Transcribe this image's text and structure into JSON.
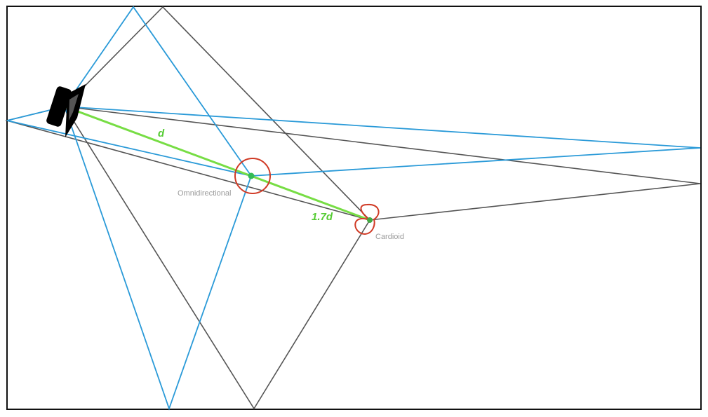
{
  "labels": {
    "distance_near": "d",
    "distance_far": "1.7d",
    "omni": "Omnidirectional",
    "cardioid": "Cardioid"
  },
  "colors": {
    "omni_rays": "#2a9ad8",
    "cardioid_rays": "#555555",
    "distance_line": "#77dd44",
    "distance_text": "#55cc33",
    "pattern_circle": "#d03a25",
    "mic_point": "#33bb55",
    "frame": "#111111",
    "speaker": "#000000"
  },
  "icons": {
    "speaker": "speaker-icon"
  }
}
